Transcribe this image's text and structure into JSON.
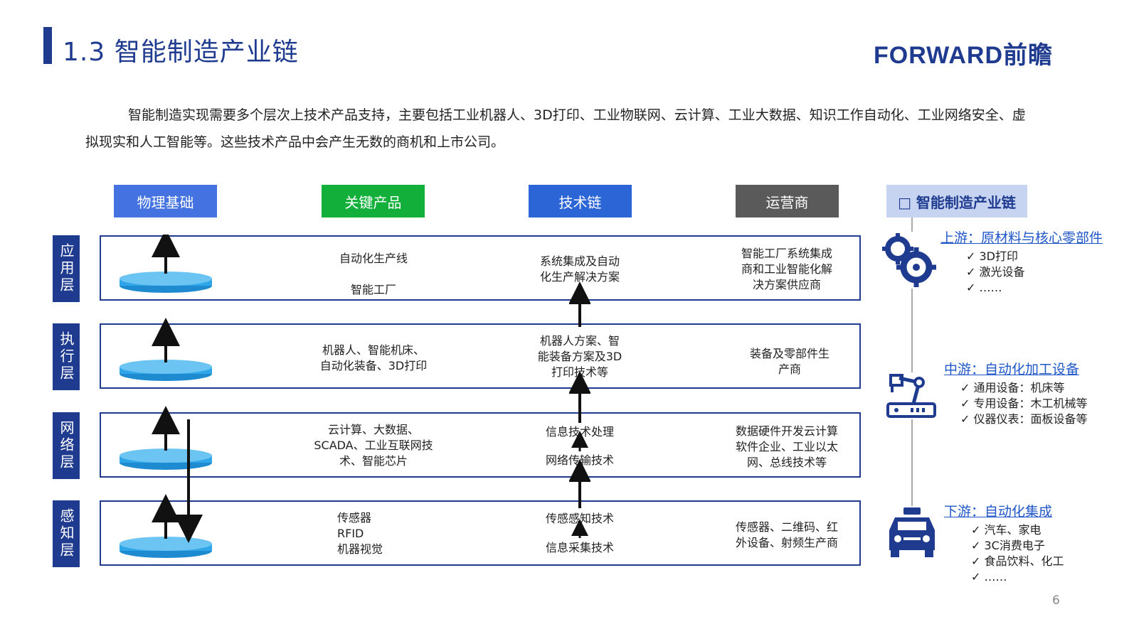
{
  "header": {
    "title": "1.3 智能制造产业链",
    "logo": "FORWARD前瞻"
  },
  "intro": "智能制造实现需要多个层次上技术产品支持，主要包括工业机器人、3D打印、工业物联网、云计算、工业大数据、知识工作自动化、工业网络安全、虚拟现实和人工智能等。这些技术产品中会产生无数的商机和上市公司。",
  "columns": [
    "物理基础",
    "关键产品",
    "技术链",
    "运营商",
    "智能制造产业链"
  ],
  "layers": [
    {
      "label": "应用层",
      "products": "自动化生产线\n\n智能工厂",
      "tech": "系统集成及自动\n化生产解决方案",
      "operators": "智能工厂系统集成\n商和工业智能化解\n决方案供应商"
    },
    {
      "label": "执行层",
      "products": "机器人、智能机床、\n自动化装备、3D打印",
      "tech": "机器人方案、智\n能装备方案及3D\n打印技术等",
      "operators": "装备及零部件生\n产商"
    },
    {
      "label": "网络层",
      "products": "云计算、大数据、\nSCADA、工业互联网技\n术、智能芯片",
      "tech_top": "信息技术处理",
      "tech_bottom": "网络传输技术",
      "operators": "数据硬件开发云计算\n软件企业、工业以太\n网、总线技术等"
    },
    {
      "label": "感知层",
      "products": "传感器\nRFID\n机器视觉",
      "tech_top": "传感感知技术",
      "tech_bottom": "信息采集技术",
      "operators": "传感器、二维码、红\n外设备、射频生产商"
    }
  ],
  "chain": {
    "upstream": {
      "title": "上游：原材料与核心零部件",
      "items": [
        "✓  3D打印",
        "✓  激光设备",
        "✓  ……"
      ]
    },
    "midstream": {
      "title": "中游：自动化加工设备",
      "items": [
        "✓  通用设备：机床等",
        "✓  专用设备：木工机械等",
        "✓  仪器仪表：面板设备等"
      ]
    },
    "downstream": {
      "title": "下游：自动化集成",
      "items": [
        "✓  汽车、家电",
        "✓  3C消费电子",
        "✓  食品饮料、化工",
        "✓  ……"
      ]
    }
  },
  "page_number": "6",
  "colors": {
    "primary": "#1f3b8f",
    "blue_header": "#4472e0",
    "green_header": "#12b03a",
    "tech_header": "#2c66d6",
    "gray_header": "#5a5a5a",
    "chain_header_bg": "#c6d4f1",
    "disk": "#2fa6e8"
  }
}
